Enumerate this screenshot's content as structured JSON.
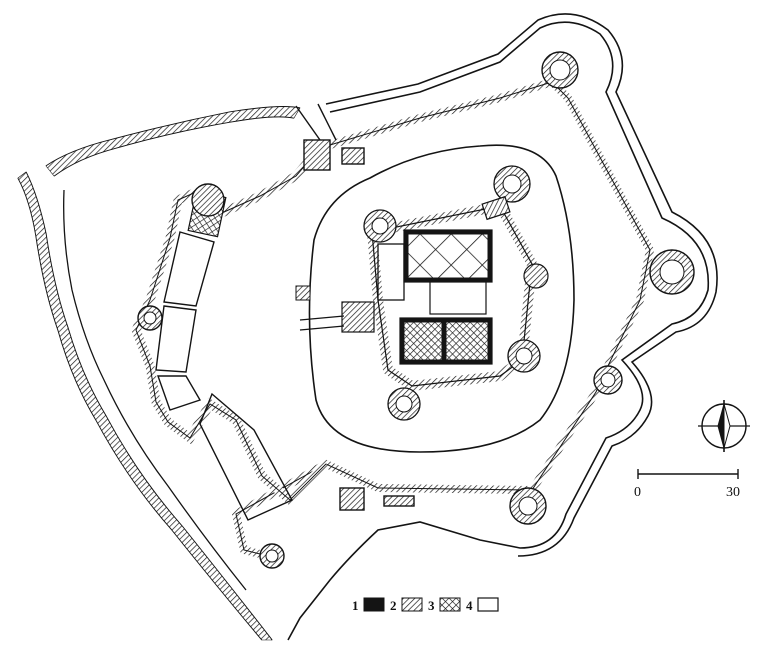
{
  "colors": {
    "ink": "#141414",
    "paper": "#ffffff",
    "hatch": "#1a1a1a"
  },
  "north_arrow": {
    "icon": "north-arrow-icon"
  },
  "scale_bar": {
    "start_label": "0",
    "end_label": "30"
  },
  "legend": {
    "items": [
      {
        "number": "1",
        "fill": "solid"
      },
      {
        "number": "2",
        "fill": "single-hatch"
      },
      {
        "number": "3",
        "fill": "cross-hatch"
      },
      {
        "number": "4",
        "fill": "blank"
      }
    ]
  }
}
